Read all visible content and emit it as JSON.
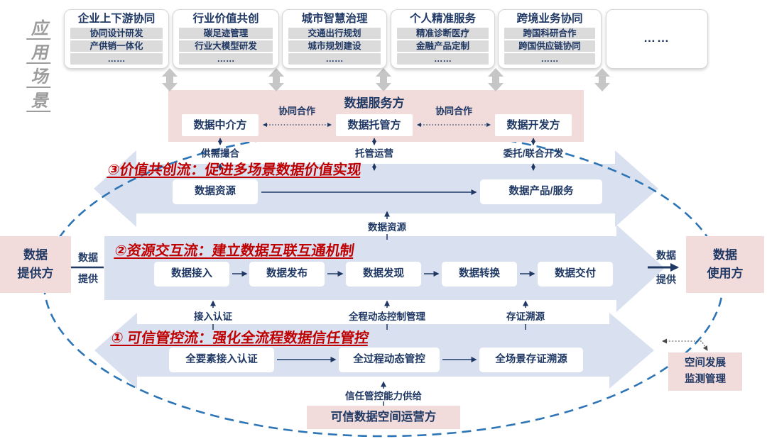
{
  "app_scene": {
    "chars": [
      "应",
      "用",
      "场",
      "景"
    ]
  },
  "scenarios": [
    {
      "title": "企业上下游协同",
      "items": [
        "协同设计研发",
        "产供销一体化",
        "……"
      ]
    },
    {
      "title": "行业价值共创",
      "items": [
        "碳足迹管理",
        "行业大模型研发",
        "……"
      ]
    },
    {
      "title": "城市智慧治理",
      "items": [
        "交通出行规划",
        "城市规划建设",
        "……"
      ]
    },
    {
      "title": "个人精准服务",
      "items": [
        "精准诊断医疗",
        "金融产品定制",
        "……"
      ]
    },
    {
      "title": "跨境业务协同",
      "items": [
        "跨国科研合作",
        "跨国供应链协同",
        "……"
      ]
    },
    {
      "title": "……"
    }
  ],
  "service_band": {
    "title": "数据服务方",
    "roles": [
      "数据中介方",
      "数据托管方",
      "数据开发方"
    ],
    "collab_left": "协同合作",
    "collab_right": "协同合作",
    "functions": [
      "供需撮合",
      "托管运营",
      "委托/联合开发"
    ]
  },
  "flow_value": {
    "title": "③价值共创流：促进多场景数据价值实现",
    "node_source": "数据资源",
    "node_product": "数据产品/服务",
    "mid_label": "数据资源"
  },
  "flow_resource": {
    "title": "②资源交互流：建立数据互联互通机制",
    "nodes": [
      "数据接入",
      "数据发布",
      "数据发现",
      "数据转换",
      "数据交付"
    ]
  },
  "flow_trust": {
    "title": "① 可信管控流：强化全流程数据信任管控",
    "nodes": [
      "全要素接入认证",
      "全过程动态管控",
      "全场景存证溯源"
    ],
    "supports": [
      "接入认证",
      "全程动态控制管理",
      "存证溯源"
    ]
  },
  "left_party": {
    "line1": "数据",
    "line2": "提供方",
    "label_top": "数据",
    "label_bottom": "提供"
  },
  "right_party": {
    "line1": "数据",
    "line2": "使用方",
    "label_top": "数据",
    "label_bottom": "提供"
  },
  "operator": {
    "supply_label": "信任管控能力供给",
    "name": "可信数据空间运营方"
  },
  "monitor": {
    "line1": "空间发展",
    "line2": "监测管理"
  },
  "colors": {
    "navy": "#1F3864",
    "red": "#C00000",
    "pink": "#F2DCDB",
    "band_blue": "#D9E1F0",
    "ellipse_blue": "#2E75B6",
    "arrow_gray": "#C6C6C6"
  }
}
